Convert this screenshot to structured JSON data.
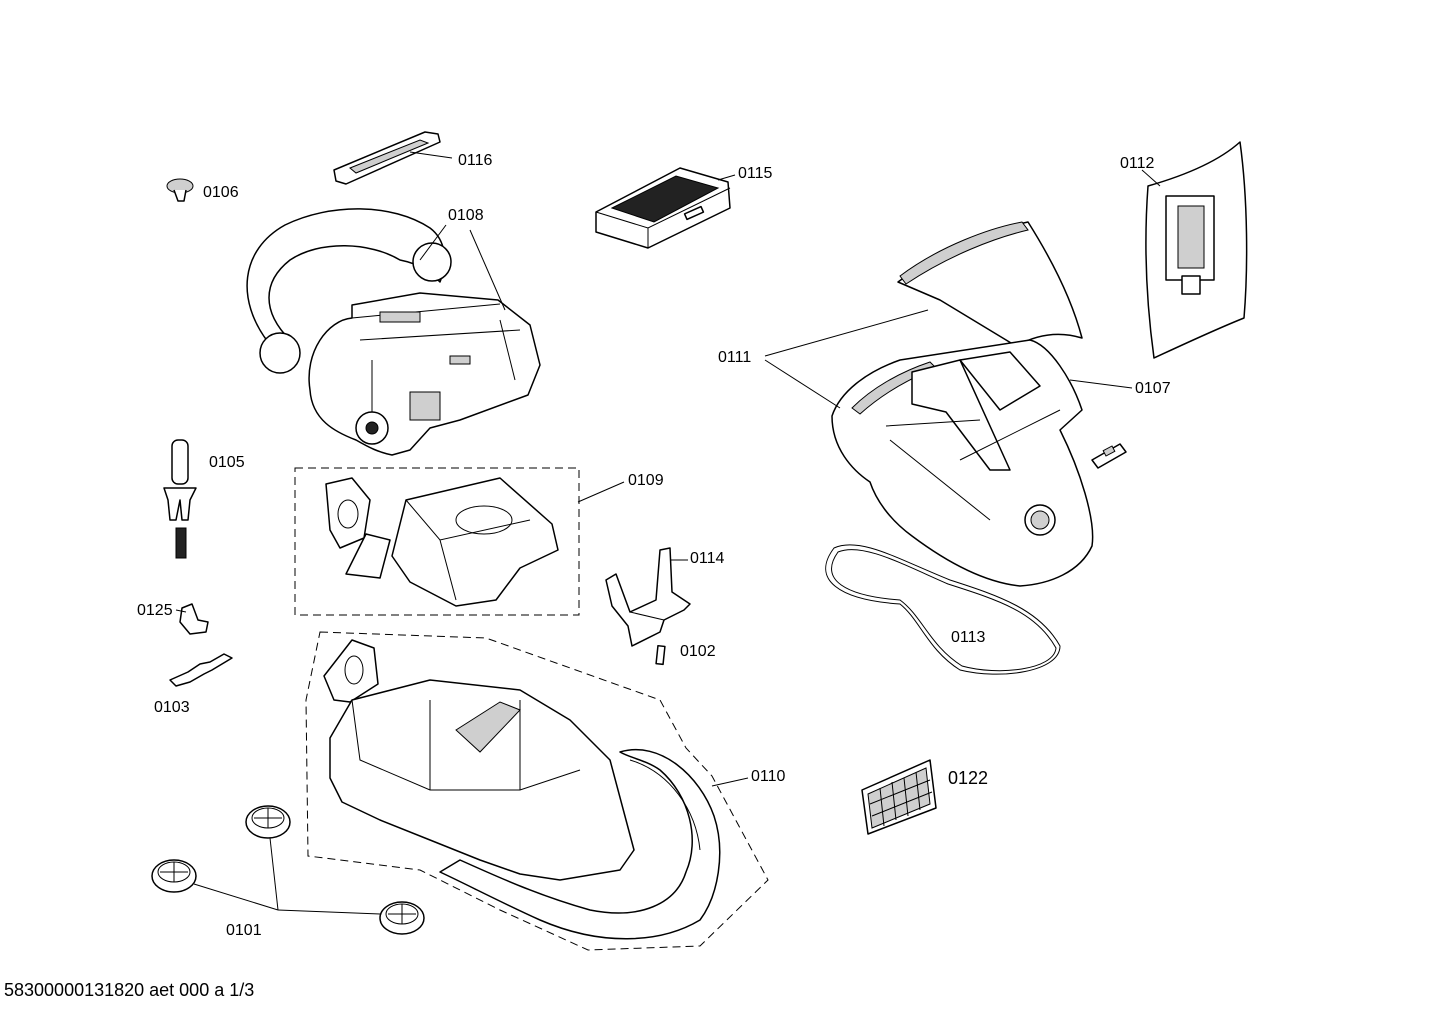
{
  "parts": {
    "p0101": "0101",
    "p0102": "0102",
    "p0103": "0103",
    "p0105": "0105",
    "p0106": "0106",
    "p0107": "0107",
    "p0108": "0108",
    "p0109": "0109",
    "p0110": "0110",
    "p0111": "0111",
    "p0112": "0112",
    "p0113": "0113",
    "p0114": "0114",
    "p0115": "0115",
    "p0116": "0116",
    "p0122": "0122",
    "p0125": "0125"
  },
  "footer": {
    "document_code": "58300000131820 aet 000 a 1/3"
  }
}
